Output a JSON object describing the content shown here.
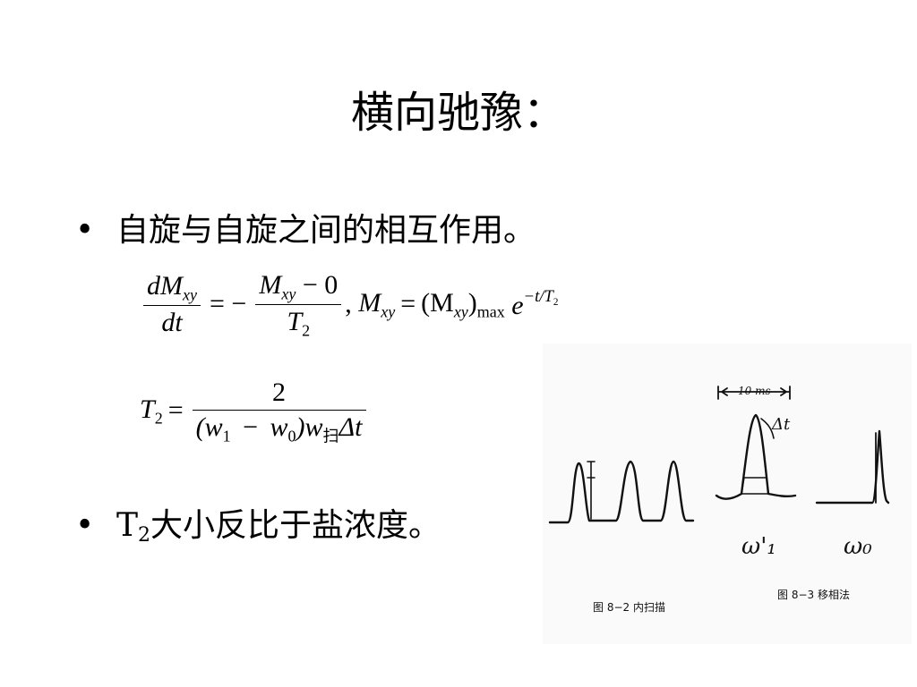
{
  "slide": {
    "title": "横向驰豫：",
    "bullets": [
      {
        "marker": "•",
        "text": "自旋与自旋之间的相互作用。"
      },
      {
        "marker": "•",
        "prefix": "T",
        "sub": "2",
        "text": "大小反比于盐浓度。"
      }
    ],
    "equation1": {
      "lhs_num": "dM",
      "lhs_num_sub": "xy",
      "lhs_den": "dt",
      "rhs_num": "M",
      "rhs_num_sub": "xy",
      "rhs_num_tail": "− 0",
      "rhs_den": "T",
      "rhs_den_sub": "2",
      "second_lhs": "M",
      "second_lhs_sub": "xy",
      "second_rhs": "(M",
      "second_rhs_sub": "xy",
      "second_rhs_close": ")",
      "max_label": "max",
      "exp_base": "e",
      "exp_power": "−t/T",
      "exp_power_sub": "2"
    },
    "equation2": {
      "lhs": "T",
      "lhs_sub": "2",
      "num": "2",
      "den_w1": "(w",
      "den_w1_sub": "1",
      "den_minus": "−",
      "den_w0": "w",
      "den_w0_sub": "0",
      "den_close": ")w",
      "den_scan_sub": "扫",
      "den_delta": "Δt"
    },
    "figure": {
      "caption_left": "图 8−2  内扫描",
      "caption_right": "图 8−3  移相法",
      "scale_label": "10 ms",
      "label_delta_t": "Δt",
      "label_w1": "ω'₁",
      "label_w0": "ω₀"
    }
  }
}
